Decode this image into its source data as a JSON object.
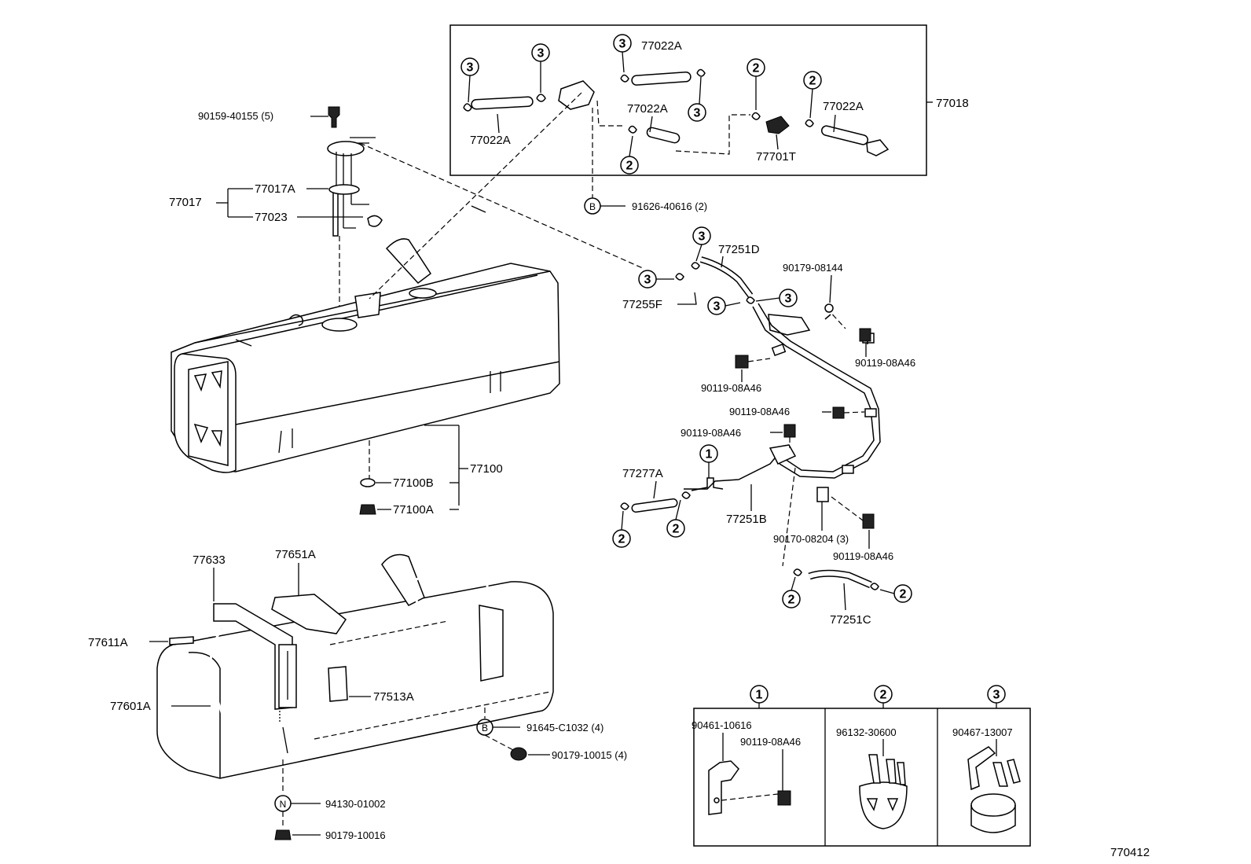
{
  "diagram_id": "770412",
  "labels": {
    "p77018": "77018",
    "p77022A_1": "77022A",
    "p77022A_2": "77022A",
    "p77022A_3": "77022A",
    "p77022A_4": "77022A",
    "p77701T": "77701T",
    "p91626": "91626-40616 (2)",
    "p90159": "90159-40155 (5)",
    "p77017": "77017",
    "p77017A": "77017A",
    "p77023": "77023",
    "p77251D": "77251D",
    "p90179_08144": "90179-08144",
    "p77255F": "77255F",
    "p90119_a": "90119-08A46",
    "p90119_b": "90119-08A46",
    "p90119_c": "90119-08A46",
    "p90119_d": "90119-08A46",
    "p90119_e": "90119-08A46",
    "p77100": "77100",
    "p77100B": "77100B",
    "p77100A": "77100A",
    "p77277A": "77277A",
    "p77251B": "77251B",
    "p90170": "90170-08204 (3)",
    "p77251C": "77251C",
    "p77633": "77633",
    "p77651A": "77651A",
    "p77611A": "77611A",
    "p77601A": "77601A",
    "p77513A": "77513A",
    "p91645": "91645-C1032 (4)",
    "p90179_10015": "90179-10015 (4)",
    "p94130": "94130-01002",
    "p90179_10016": "90179-10016",
    "leg1_a": "90461-10616",
    "leg1_b": "90119-08A46",
    "leg2": "96132-30600",
    "leg3": "90467-13007"
  },
  "markers": {
    "one": "1",
    "two": "2",
    "three": "3",
    "B": "B",
    "N": "N"
  }
}
